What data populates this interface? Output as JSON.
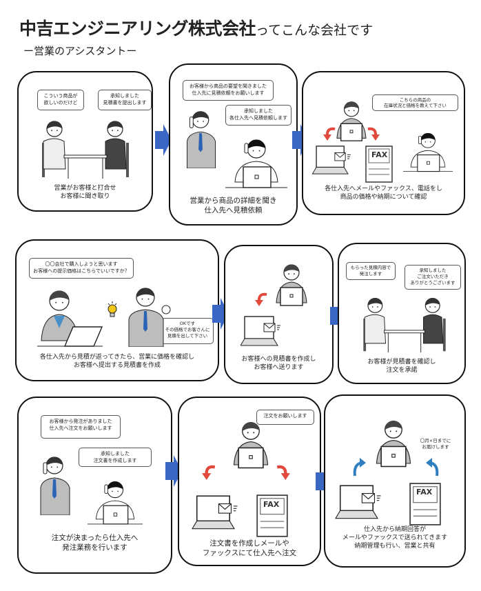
{
  "title": {
    "main": "中吉エンジニアリング株式会社",
    "suffix": "ってこんな会社です",
    "subtitle": "ー営業のアシスタントー"
  },
  "fax_label": "FAX",
  "colors": {
    "flow_arrow": "#3a66c4",
    "send_arrow": "#e0493c",
    "receive_arrow": "#2f7fc0",
    "suit": "#bdbdbd",
    "tie": "#2b63b5"
  },
  "panels": [
    {
      "bubbles": [
        "こういう商品が\n欲しいのだけど",
        "承知しました\n見積書を提出します"
      ],
      "caption": "営業がお客様と打合せ\nお客様に聞き取り"
    },
    {
      "bubbles": [
        "お客様から商品の要望を聞きました\n仕入先に見積依頼をお願いします",
        "承知しました\n各仕入先へ見積依頼します"
      ],
      "caption": "営業から商品の詳細を聞き\n仕入先へ見積依頼"
    },
    {
      "bubbles": [
        "こちらの商品の\n在庫状況と価格を教えて下さい"
      ],
      "caption": "各仕入先へメールやファックス、電話をし\n商品の価格や納期について確認"
    },
    {
      "bubbles": [
        "〇〇会社で購入しようと思います\nお客様への提示価格はこちらでいいですか？",
        "OKです\nその価格でお客さんに\n見積を出して下さい"
      ],
      "caption": "各仕入先から見積が返ってきたら、営業に価格を確認し\nお客様へ提出する見積書を作成"
    },
    {
      "bubbles": [],
      "caption": "お客様への見積書を作成し\nお客様へ送ります"
    },
    {
      "bubbles": [
        "もらった見積内容で\n発注します",
        "承知しました\nご注文いただき\nありがとうございます"
      ],
      "caption": "お客様が見積書を確認し\n注文を承諾"
    },
    {
      "bubbles": [
        "お客様から発注がありました\n仕入先へ注文をお願いします",
        "承知しました\n注文書を作成します"
      ],
      "caption": "注文が決まったら仕入先へ\n発注業務を行います"
    },
    {
      "bubbles": [
        "注文をお願いします"
      ],
      "caption": "注文書を作成しメールや\nファックスにて仕入先へ注文"
    },
    {
      "bubbles": [
        "〇月×日までに\nお届けします"
      ],
      "caption": "仕入先から納期回答が\nメールやファックスで送られてきます\n納期管理も行い、営業と共有"
    }
  ]
}
